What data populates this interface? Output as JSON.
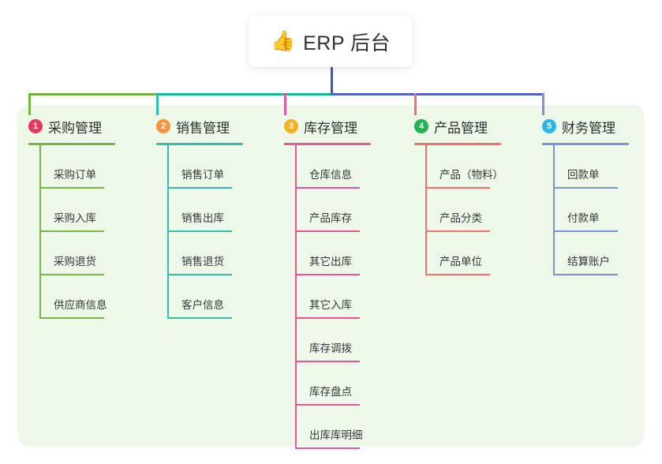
{
  "root": {
    "icon": "thumbs-up-icon",
    "icon_glyph": "👍",
    "title": "ERP 后台"
  },
  "theme": {
    "panel_bg": "#eef8e9",
    "page_bg": "#ffffff",
    "root_stem": "#3f56b5",
    "bar_left": "#73b23d",
    "bar_mid": "#14b99a",
    "bar_right": "#5161c9",
    "text": "#2d3134"
  },
  "branches": [
    {
      "index": "1",
      "label": "采购管理",
      "badge_color": "#e8365e",
      "line_color": "#76b83f",
      "children": [
        "采购订单",
        "采购入库",
        "采购退货",
        "供应商信息"
      ]
    },
    {
      "index": "2",
      "label": "销售管理",
      "badge_color": "#f5963c",
      "line_color": "#33bdb0",
      "children": [
        "销售订单",
        "销售出库",
        "销售退货",
        "客户信息"
      ]
    },
    {
      "index": "3",
      "label": "库存管理",
      "badge_color": "#f6b11f",
      "line_color": "#e8559e",
      "children": [
        "仓库信息",
        "产品库存",
        "其它出库",
        "其它入库",
        "库存调拨",
        "库存盘点",
        "出库库明细"
      ]
    },
    {
      "index": "4",
      "label": "产品管理",
      "badge_color": "#21b352",
      "line_color": "#f2706b",
      "children": [
        "产品（物料）",
        "产品分类",
        "产品单位"
      ]
    },
    {
      "index": "5",
      "label": "财务管理",
      "badge_color": "#29b6e8",
      "line_color": "#7b93dd",
      "children": [
        "回款单",
        "付款单",
        "结算账户"
      ]
    }
  ]
}
